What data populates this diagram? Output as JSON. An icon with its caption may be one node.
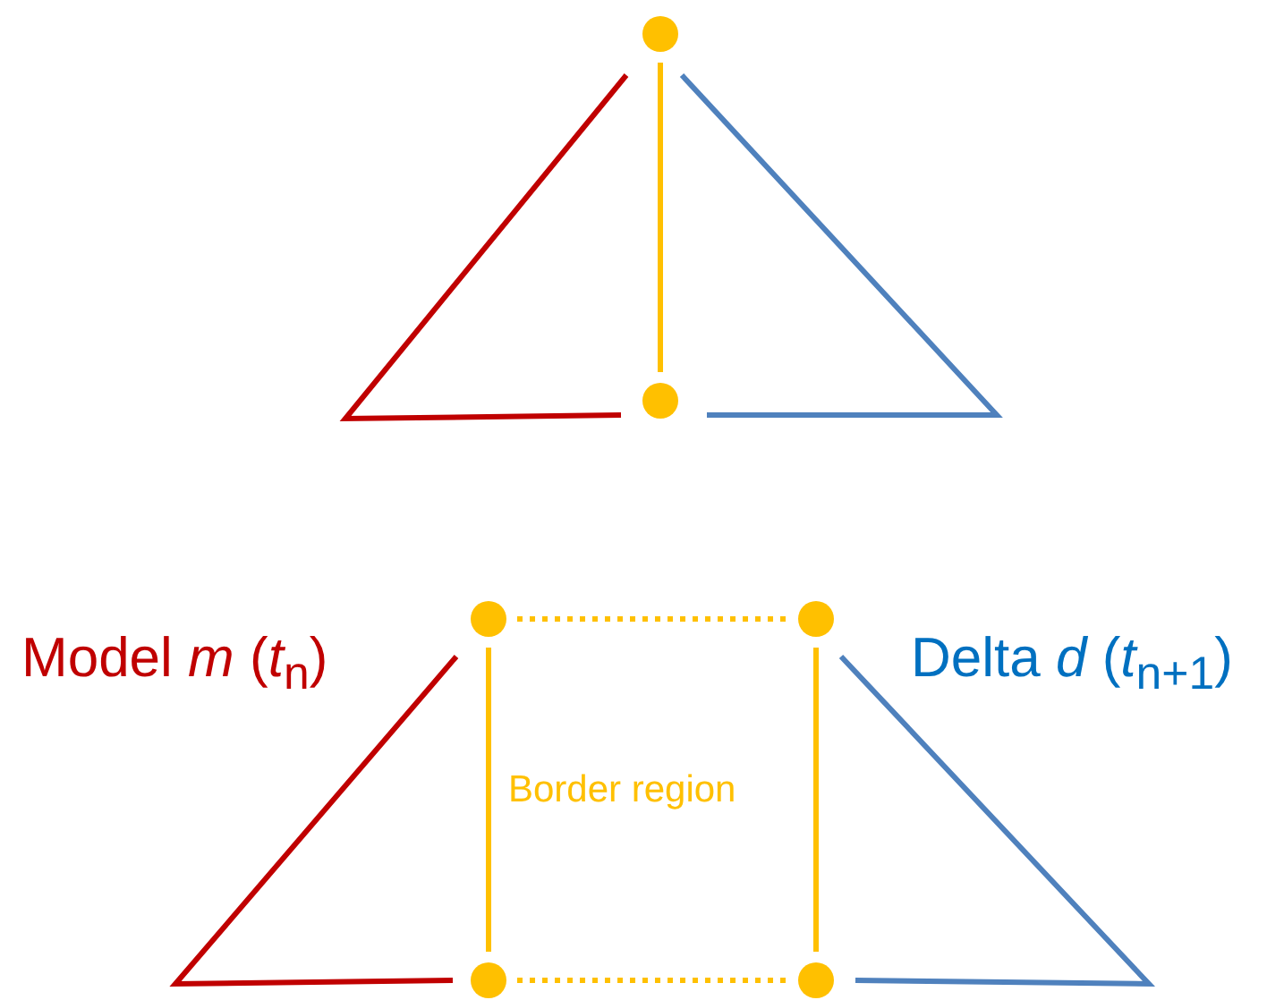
{
  "diagram": {
    "nodes": [
      {
        "text": [],
        "shape": "circle"
      },
      {
        "text": [],
        "shape": "circle"
      },
      {
        "text": [],
        "shape": "circle"
      },
      {
        "text": [],
        "shape": "circle"
      },
      {
        "text": [],
        "shape": "circle"
      },
      {
        "text": [],
        "shape": "circle"
      }
    ],
    "edges": [
      {
        "from": 0,
        "to": 1,
        "arrow": "none"
      },
      {
        "from": 2,
        "to": 3,
        "arrow": "none",
        "style": "dashed"
      },
      {
        "from": 2,
        "to": 4,
        "arrow": "none"
      },
      {
        "from": 3,
        "to": 5,
        "arrow": "none"
      },
      {
        "from": 4,
        "to": 5,
        "arrow": "none",
        "style": "dashed"
      }
    ],
    "labels": [
      "Model *m* (*t*$_{n}$)",
      "Delta *d* (*t*$_{n+1}$)",
      "Border region"
    ]
  }
}
